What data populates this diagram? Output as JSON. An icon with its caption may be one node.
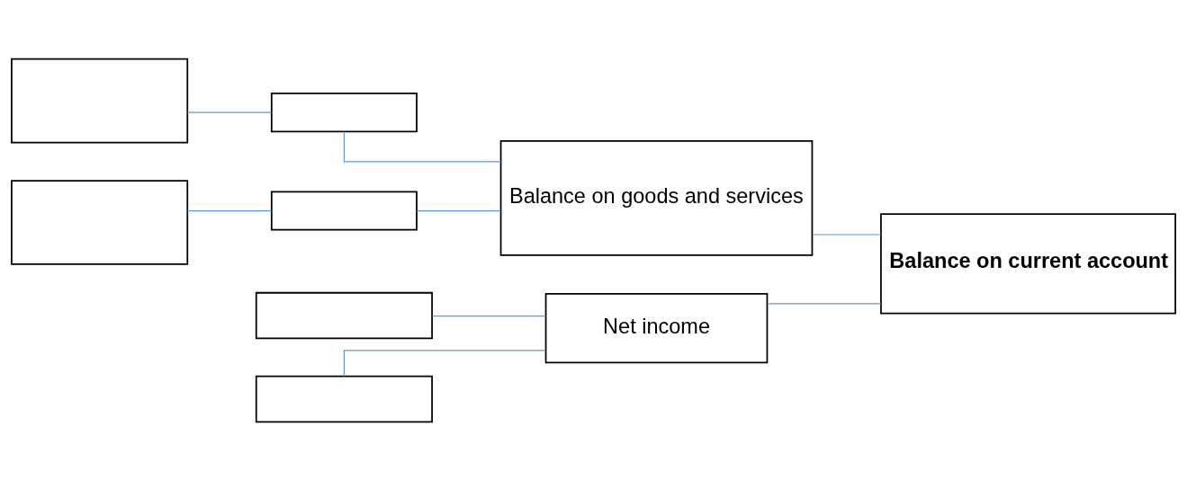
{
  "diagram": {
    "nodes": [
      {
        "text": [],
        "shape": "box"
      },
      {
        "text": [],
        "shape": "box"
      },
      {
        "text": [
          "Balance on goods and services"
        ]
      },
      {
        "text": [],
        "shape": "box"
      },
      {
        "text": [],
        "shape": "box"
      },
      {
        "text": [
          "Balance on current account"
        ]
      },
      {
        "text": [],
        "shape": "box"
      },
      {
        "text": [
          "Net income"
        ]
      },
      {
        "text": [],
        "shape": "box"
      }
    ],
    "edges": [
      {
        "from": 0,
        "to": 1,
        "arrow": "none"
      },
      {
        "from": 1,
        "to": 2,
        "arrow": "none"
      },
      {
        "from": 4,
        "to": 2,
        "arrow": "none"
      },
      {
        "from": 3,
        "to": 4,
        "arrow": "none"
      },
      {
        "from": 2,
        "to": 5,
        "arrow": "none"
      },
      {
        "from": 7,
        "to": 5,
        "arrow": "none"
      },
      {
        "from": 6,
        "to": 7,
        "arrow": "none"
      },
      {
        "from": 8,
        "to": 7,
        "arrow": "none"
      }
    ]
  }
}
